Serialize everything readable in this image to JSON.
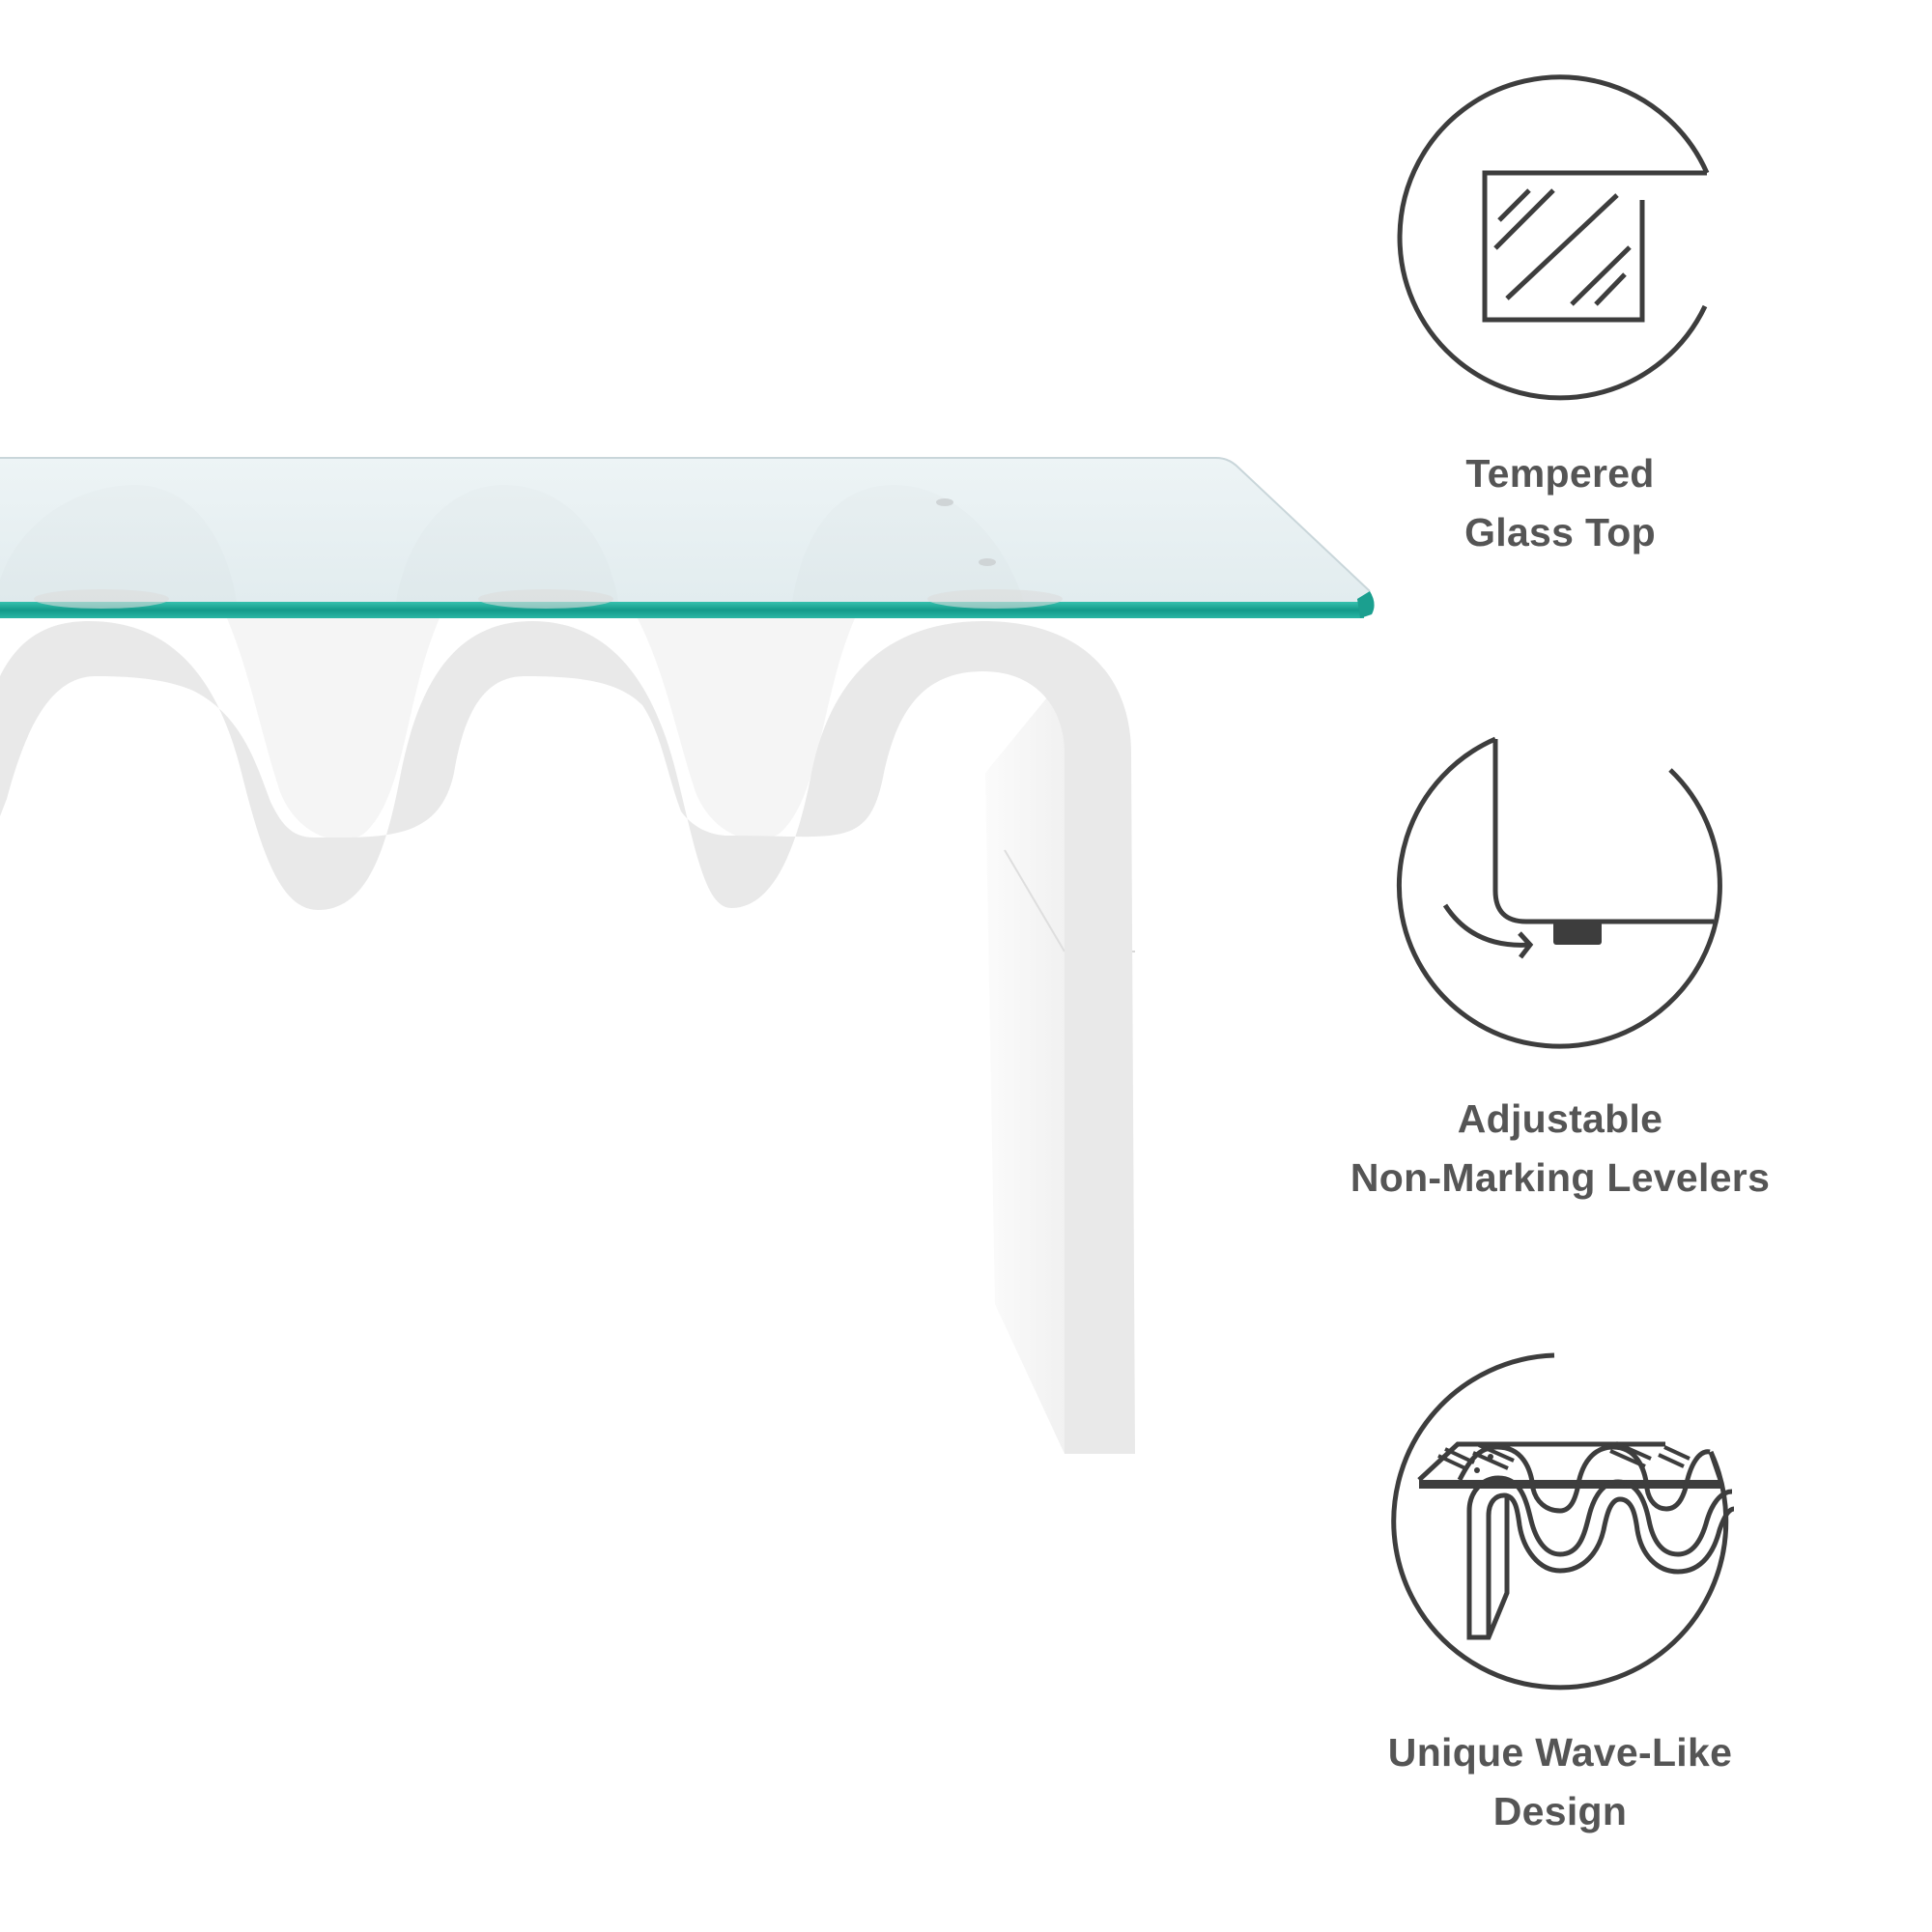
{
  "colors": {
    "background": "#ffffff",
    "label_text": "#555555",
    "icon_stroke": "#3d3d3d",
    "glass_surface": "#e4eef1",
    "glass_edge": "#1fae9c",
    "wave_front": "#e8e8e8",
    "wave_side": "#f6f6f6"
  },
  "product_image": {
    "subject": "console-table-glass-top-wave-base",
    "components": [
      "tempered-glass-top",
      "wave-shaped-white-base",
      "slab-leg"
    ]
  },
  "features": [
    {
      "icon": "tempered-glass-icon",
      "label_lines": [
        "Tempered",
        "Glass Top"
      ]
    },
    {
      "icon": "adjustable-leveler-icon",
      "label_lines": [
        "Adjustable",
        "Non-Marking Levelers"
      ]
    },
    {
      "icon": "wave-table-icon",
      "label_lines": [
        "Unique Wave-Like",
        "Design"
      ]
    }
  ]
}
